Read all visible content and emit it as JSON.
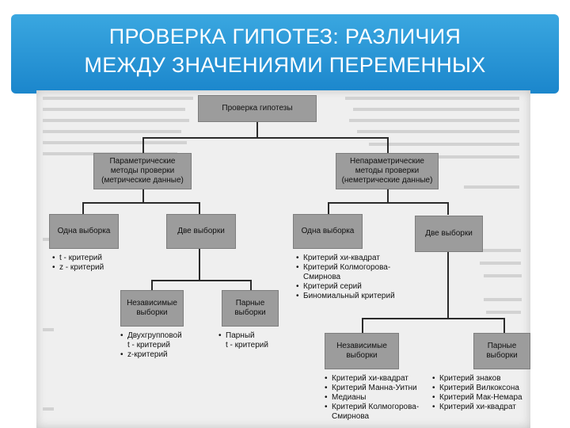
{
  "slide": {
    "title_line1": "ПРОВЕРКА ГИПОТЕЗ: РАЗЛИЧИЯ",
    "title_line2": "МЕЖДУ ЗНАЧЕНИЯМИ ПЕРЕМЕННЫХ"
  },
  "diagram": {
    "root": "Проверка гипотезы",
    "param": [
      "Параметрические",
      "методы проверки",
      "(метрические данные)"
    ],
    "nonparam": [
      "Непараметрические",
      "методы проверки",
      "(неметрические данные)"
    ],
    "param_one": "Одна выборка",
    "param_two": "Две выборки",
    "nonparam_one": "Одна выборка",
    "nonparam_two": "Две выборки",
    "param_one_list": [
      "t - критерий",
      "z - критерий"
    ],
    "nonparam_one_list": [
      "Критерий хи-квадрат",
      "Критерий Колмогорова-",
      "Смирнова",
      "Критерий серий",
      "Биномиальный критерий"
    ],
    "param_indep": [
      "Независимые",
      "выборки"
    ],
    "param_paired": [
      "Парные",
      "выборки"
    ],
    "param_indep_list": [
      "Двухгрупповой",
      "t - критерий",
      "z-критерий"
    ],
    "param_paired_list": [
      "Парный",
      "t - критерий"
    ],
    "nonparam_indep": [
      "Независимые",
      "выборки"
    ],
    "nonparam_paired": [
      "Парные",
      "выборки"
    ],
    "nonparam_indep_list": [
      "Критерий хи-квадрат",
      "Критерий Манна-Уитни",
      "Медианы",
      "Критерий Колмогорова-",
      "Смирнова"
    ],
    "nonparam_paired_list": [
      "Критерий знаков",
      "Критерий Вилкоксона",
      "Критерий Мак-Немара",
      "Критерий хи-квадрат"
    ]
  }
}
